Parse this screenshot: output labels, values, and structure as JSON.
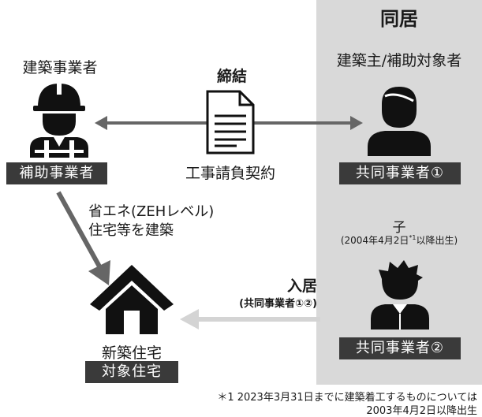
{
  "cohabitation": {
    "title": "同居"
  },
  "builder": {
    "title": "建築事業者",
    "badge": "補助事業者",
    "action": [
      "省エネ(ZEHレベル)",
      "住宅等を建築"
    ]
  },
  "contract": {
    "label_top": "締結",
    "label_bottom": "工事請負契約"
  },
  "owner": {
    "title": "建築主/補助対象者",
    "badge": "共同事業者①"
  },
  "child": {
    "title": "子",
    "birth_note": "(2004年4月2日",
    "birth_note_sup": "*1",
    "birth_note_tail": "以降出生)",
    "badge": "共同事業者②"
  },
  "move_in": {
    "label": "入居",
    "sublabel": "(共同事業者①②)"
  },
  "house": {
    "title": "新築住宅",
    "badge": "対象住宅"
  },
  "footnote": {
    "line1": "＊1 2023年3月31日までに建築着工するものについては",
    "line2": "2003年4月2日以降出生"
  },
  "colors": {
    "panel": "#d9d9d9",
    "badge": "#3a3a3a",
    "arrow": "#666666",
    "arrow_light": "#d4d4d4",
    "icon": "#111111"
  },
  "icons": [
    "worker-icon",
    "document-icon",
    "person-icon",
    "child-icon",
    "house-icon"
  ]
}
